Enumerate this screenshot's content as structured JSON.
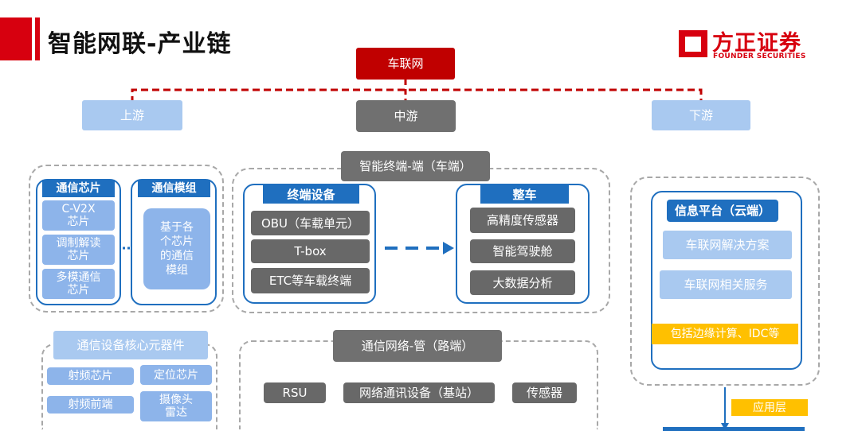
{
  "header": {
    "title": "智能网联-产业链",
    "logo_name": "方正证券",
    "logo_sub": "FOUNDER SECURITIES"
  },
  "top": {
    "root": "车联网",
    "upstream": "上游",
    "midstream": "中游",
    "downstream": "下游"
  },
  "upstream": {
    "chips_title": "通信芯片",
    "chips": [
      "C-V2X\n芯片",
      "调制解读\n芯片",
      "多模通信\n芯片"
    ],
    "module_title": "通信模组",
    "module_body": "基于各\n个芯片\n的通信\n模组",
    "components_title": "通信设备核心元器件",
    "components": [
      "射频芯片",
      "定位芯片",
      "射频前端",
      "摄像头\n雷达"
    ]
  },
  "midstream": {
    "terminal_header": "智能终端-端（车端）",
    "device_title": "终端设备",
    "devices": [
      "OBU（车载单元）",
      "T-box",
      "ETC等车载终端"
    ],
    "vehicle_title": "整车",
    "vehicle_items": [
      "高精度传感器",
      "智能驾驶舱",
      "大数据分析"
    ],
    "network_header": "通信网络-管（路端）",
    "network_items": [
      "RSU",
      "网络通讯设备（基站）",
      "传感器"
    ]
  },
  "downstream": {
    "platform_title": "信息平台（云端）",
    "platform_items": [
      "车联网解决方案",
      "车联网相关服务"
    ],
    "edge": "包括边缘计算、IDC等",
    "app_layer": "应用层"
  },
  "colors": {
    "red": "#c00000",
    "blue": "#1f6fbf",
    "light_blue": "#a9c9f0",
    "gray": "#707070",
    "yellow": "#ffc000"
  }
}
